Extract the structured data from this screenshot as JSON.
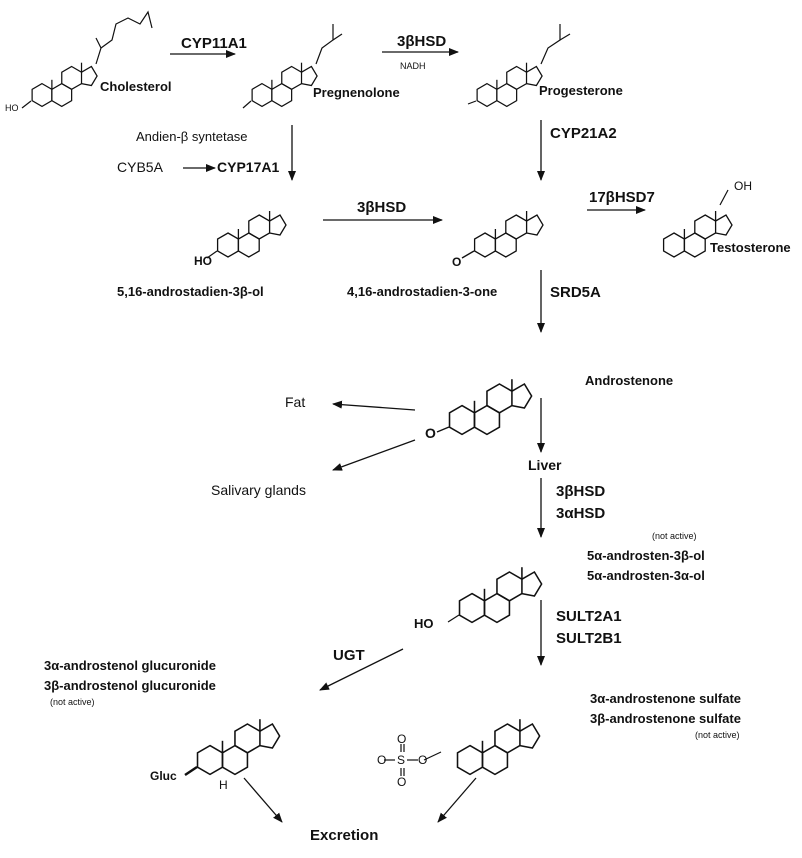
{
  "compounds": {
    "cholesterol": "Cholesterol",
    "pregnenolone": "Pregnenolone",
    "progesterone": "Progesterone",
    "androstadienol": "5,16-androstadien-3β-ol",
    "androstadienone": "4,16-androstadien-3-one",
    "testosterone": "Testosterone",
    "androstenone": "Androstenone",
    "androstenol_3b": "5α-androsten-3β-ol",
    "androstenol_3a": "5α-androsten-3α-ol",
    "glucuronide_3a": "3α-androstenol glucuronide",
    "glucuronide_3b": "3β-androstenol glucuronide",
    "sulfate_3a": "3α-androstenone sulfate",
    "sulfate_3b": "3β-androstenone sulfate"
  },
  "enzymes": {
    "cyp11a1": "CYP11A1",
    "hsd3b_top": "3βHSD",
    "nadh": "NADH",
    "cyp21a2": "CYP21A2",
    "andien": "Andien-β syntetase",
    "cyb5a": "CYB5A",
    "cyp17a1": "CYP17A1",
    "hsd3b_mid": "3βHSD",
    "hsd17b7": "17βHSD7",
    "srd5a": "SRD5A",
    "hsd3b_liver": "3βHSD",
    "hsd3a_liver": "3αHSD",
    "sult2a1": "SULT2A1",
    "sult2b1": "SULT2B1",
    "ugt": "UGT"
  },
  "locations": {
    "fat": "Fat",
    "salivary": "Salivary glands",
    "liver": "Liver",
    "excretion": "Excretion"
  },
  "notes": {
    "not_active_1": "(not active)",
    "not_active_2": "(not active)",
    "not_active_3": "(not active)"
  },
  "atoms": {
    "ho": "HO",
    "o": "O",
    "oh": "OH",
    "gluc": "Gluc",
    "h": "H",
    "s": "S",
    "o_sulf": "O"
  }
}
